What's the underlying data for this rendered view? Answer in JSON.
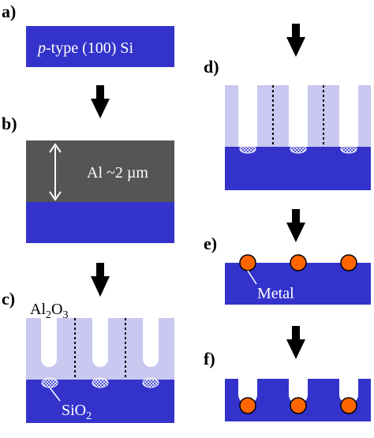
{
  "panels": {
    "a": {
      "label": "a)",
      "text_italic": "p",
      "text_rest": "-type (100) Si"
    },
    "b": {
      "label": "b)",
      "text": "Al ~2 µm"
    },
    "c": {
      "label": "c)",
      "al2o3_main": "Al",
      "al2o3_sub1": "2",
      "al2o3_mid": "O",
      "al2o3_sub2": "3",
      "sio2_main": "SiO",
      "sio2_sub": "2"
    },
    "d": {
      "label": "d)"
    },
    "e": {
      "label": "e)",
      "text": "Metal"
    },
    "f": {
      "label": "f)"
    }
  },
  "colors": {
    "silicon": "#3333cc",
    "aluminum": "#555555",
    "alumina": "#c8c8f0",
    "metal": "#ff6600",
    "white": "#ffffff",
    "black": "#000000"
  }
}
